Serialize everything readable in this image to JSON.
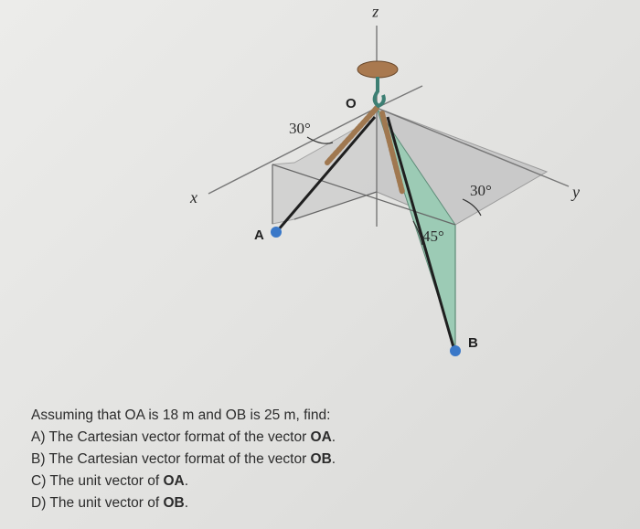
{
  "diagram": {
    "axes": {
      "z": "z",
      "x": "x",
      "y": "y"
    },
    "points": {
      "origin": "O",
      "a": "A",
      "b": "B"
    },
    "angles": {
      "oa_elevation": "30°",
      "ob_plane": "30°",
      "ob_down": "45°"
    },
    "colors": {
      "plane_gray": "#c9c9c9",
      "plane_green": "#9ccbb5",
      "endpoint_blue": "#3a78c8",
      "rope": "#a07850"
    }
  },
  "problem": {
    "intro": "Assuming that OA is 18 m and OB is 25 m, find:",
    "items": [
      {
        "prefix": "A) The Cartesian vector format of the vector ",
        "bold": "OA",
        "suffix": "."
      },
      {
        "prefix": "B) The Cartesian vector format of the vector ",
        "bold": "OB",
        "suffix": "."
      },
      {
        "prefix": "C) The unit vector of ",
        "bold": "OA",
        "suffix": "."
      },
      {
        "prefix": "D) The unit vector of ",
        "bold": "OB",
        "suffix": "."
      }
    ]
  }
}
